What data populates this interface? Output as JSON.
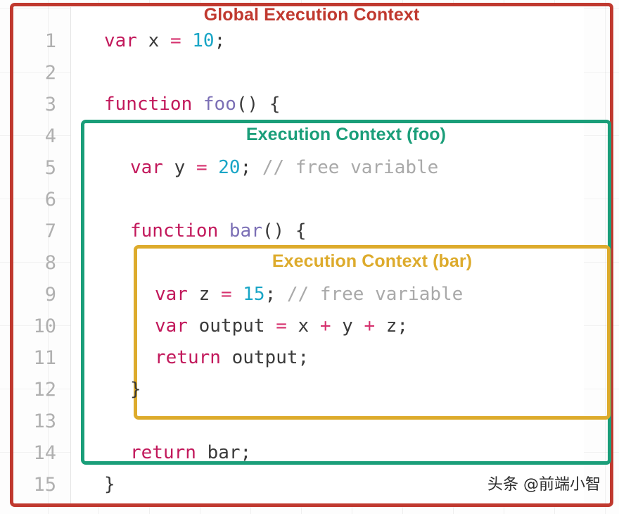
{
  "contexts": {
    "global": {
      "title": "Global Execution Context",
      "color": "#c0392f"
    },
    "foo": {
      "title": "Execution Context (foo)",
      "color": "#1a9e79"
    },
    "bar": {
      "title": "Execution Context (bar)",
      "color": "#ddab2c"
    }
  },
  "editor": {
    "line_numbers": [
      "1",
      "2",
      "3",
      "4",
      "5",
      "6",
      "7",
      "8",
      "9",
      "10",
      "11",
      "12",
      "13",
      "14",
      "15"
    ],
    "lines": [
      {
        "n": "1",
        "indent": 0,
        "tokens": [
          {
            "t": "var",
            "c": "kw"
          },
          {
            "t": " ",
            "c": "punc"
          },
          {
            "t": "x",
            "c": "id"
          },
          {
            "t": " ",
            "c": "punc"
          },
          {
            "t": "=",
            "c": "op"
          },
          {
            "t": " ",
            "c": "punc"
          },
          {
            "t": "10",
            "c": "num"
          },
          {
            "t": ";",
            "c": "punc"
          }
        ]
      },
      {
        "n": "2",
        "indent": 0,
        "tokens": []
      },
      {
        "n": "3",
        "indent": 0,
        "tokens": [
          {
            "t": "function",
            "c": "kw"
          },
          {
            "t": " ",
            "c": "punc"
          },
          {
            "t": "foo",
            "c": "fn"
          },
          {
            "t": "() {",
            "c": "punc"
          }
        ]
      },
      {
        "n": "4",
        "indent": 0,
        "tokens": []
      },
      {
        "n": "5",
        "indent": 1,
        "tokens": [
          {
            "t": "var",
            "c": "kw"
          },
          {
            "t": " ",
            "c": "punc"
          },
          {
            "t": "y",
            "c": "id"
          },
          {
            "t": " ",
            "c": "punc"
          },
          {
            "t": "=",
            "c": "op"
          },
          {
            "t": " ",
            "c": "punc"
          },
          {
            "t": "20",
            "c": "num"
          },
          {
            "t": "; ",
            "c": "punc"
          },
          {
            "t": "// free variable",
            "c": "com"
          }
        ]
      },
      {
        "n": "6",
        "indent": 1,
        "tokens": []
      },
      {
        "n": "7",
        "indent": 1,
        "tokens": [
          {
            "t": "function",
            "c": "kw"
          },
          {
            "t": " ",
            "c": "punc"
          },
          {
            "t": "bar",
            "c": "fn"
          },
          {
            "t": "() {",
            "c": "punc"
          }
        ]
      },
      {
        "n": "8",
        "indent": 1,
        "tokens": []
      },
      {
        "n": "9",
        "indent": 2,
        "tokens": [
          {
            "t": "var",
            "c": "kw"
          },
          {
            "t": " ",
            "c": "punc"
          },
          {
            "t": "z",
            "c": "id"
          },
          {
            "t": " ",
            "c": "punc"
          },
          {
            "t": "=",
            "c": "op"
          },
          {
            "t": " ",
            "c": "punc"
          },
          {
            "t": "15",
            "c": "num"
          },
          {
            "t": "; ",
            "c": "punc"
          },
          {
            "t": "// free variable",
            "c": "com"
          }
        ]
      },
      {
        "n": "10",
        "indent": 2,
        "tokens": [
          {
            "t": "var",
            "c": "kw"
          },
          {
            "t": " ",
            "c": "punc"
          },
          {
            "t": "output",
            "c": "id"
          },
          {
            "t": " ",
            "c": "punc"
          },
          {
            "t": "=",
            "c": "op"
          },
          {
            "t": " ",
            "c": "punc"
          },
          {
            "t": "x",
            "c": "id"
          },
          {
            "t": " ",
            "c": "punc"
          },
          {
            "t": "+",
            "c": "op"
          },
          {
            "t": " ",
            "c": "punc"
          },
          {
            "t": "y",
            "c": "id"
          },
          {
            "t": " ",
            "c": "punc"
          },
          {
            "t": "+",
            "c": "op"
          },
          {
            "t": " ",
            "c": "punc"
          },
          {
            "t": "z",
            "c": "id"
          },
          {
            "t": ";",
            "c": "punc"
          }
        ]
      },
      {
        "n": "11",
        "indent": 2,
        "tokens": [
          {
            "t": "return",
            "c": "kw"
          },
          {
            "t": " ",
            "c": "punc"
          },
          {
            "t": "output",
            "c": "id"
          },
          {
            "t": ";",
            "c": "punc"
          }
        ]
      },
      {
        "n": "12",
        "indent": 1,
        "tokens": [
          {
            "t": "}",
            "c": "punc"
          }
        ]
      },
      {
        "n": "13",
        "indent": 1,
        "tokens": []
      },
      {
        "n": "14",
        "indent": 1,
        "tokens": [
          {
            "t": "return",
            "c": "kw"
          },
          {
            "t": " ",
            "c": "punc"
          },
          {
            "t": "bar",
            "c": "id"
          },
          {
            "t": ";",
            "c": "punc"
          }
        ]
      },
      {
        "n": "15",
        "indent": 0,
        "tokens": [
          {
            "t": "}",
            "c": "punc"
          }
        ]
      }
    ]
  },
  "watermark": {
    "text": "头条 @前端小智"
  }
}
